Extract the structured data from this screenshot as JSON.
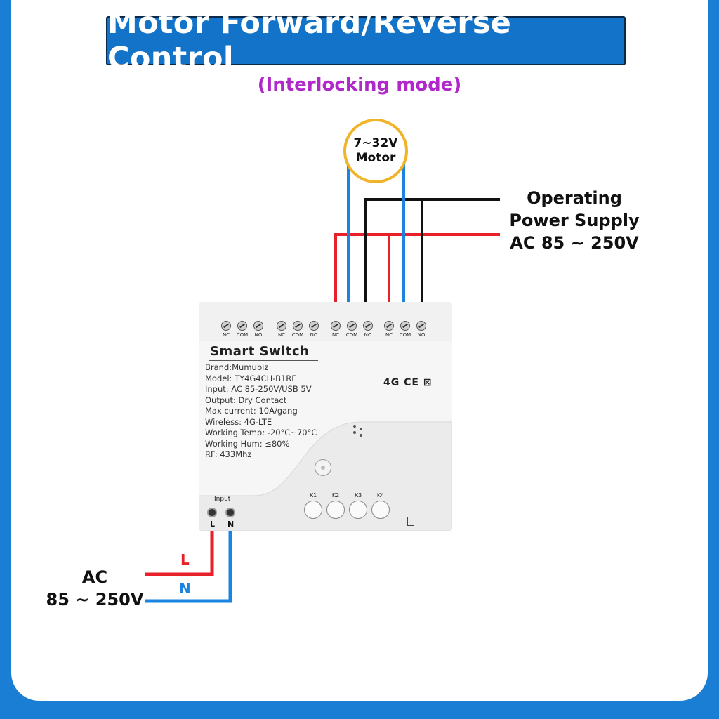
{
  "title": "Motor Forward/Reverse Control",
  "subtitle": "(Interlocking mode)",
  "motor": {
    "line1": "7~32V",
    "line2": "Motor"
  },
  "operating_supply": {
    "line1": "Operating",
    "line2": "Power Supply",
    "line3": "AC 85 ~ 250V"
  },
  "ac_input": {
    "line1": "AC",
    "line2": "85 ~ 250V",
    "live": "L",
    "neutral": "N"
  },
  "device": {
    "name": "Smart  Switch",
    "specs": [
      "Brand:Mumubiz",
      "Model:  TY4G4CH-B1RF",
      "Input:  AC 85-250V/USB 5V",
      "Output:  Dry Contact",
      "Max current:  10A/gang",
      "Wireless: 4G-LTE",
      "Working Temp:  -20°C~70°C",
      "Working Hum:  ≤80%",
      "RF:  433Mhz"
    ],
    "certifications": "4G CE ⊠",
    "terminals": [
      "NC",
      "COM",
      "NO",
      "NC",
      "COM",
      "NO",
      "NC",
      "COM",
      "NO",
      "NC",
      "COM",
      "NO"
    ],
    "buttons": [
      "K1",
      "K2",
      "K3",
      "K4"
    ],
    "input_label": "Input",
    "input_terminals": [
      "L",
      "N"
    ]
  },
  "colors": {
    "live": "#e8202a",
    "neutral": "#1a84e0",
    "black": "#111111",
    "banner": "#1273c9",
    "subtitle": "#b028c9",
    "motor_ring": "#f0b429"
  }
}
